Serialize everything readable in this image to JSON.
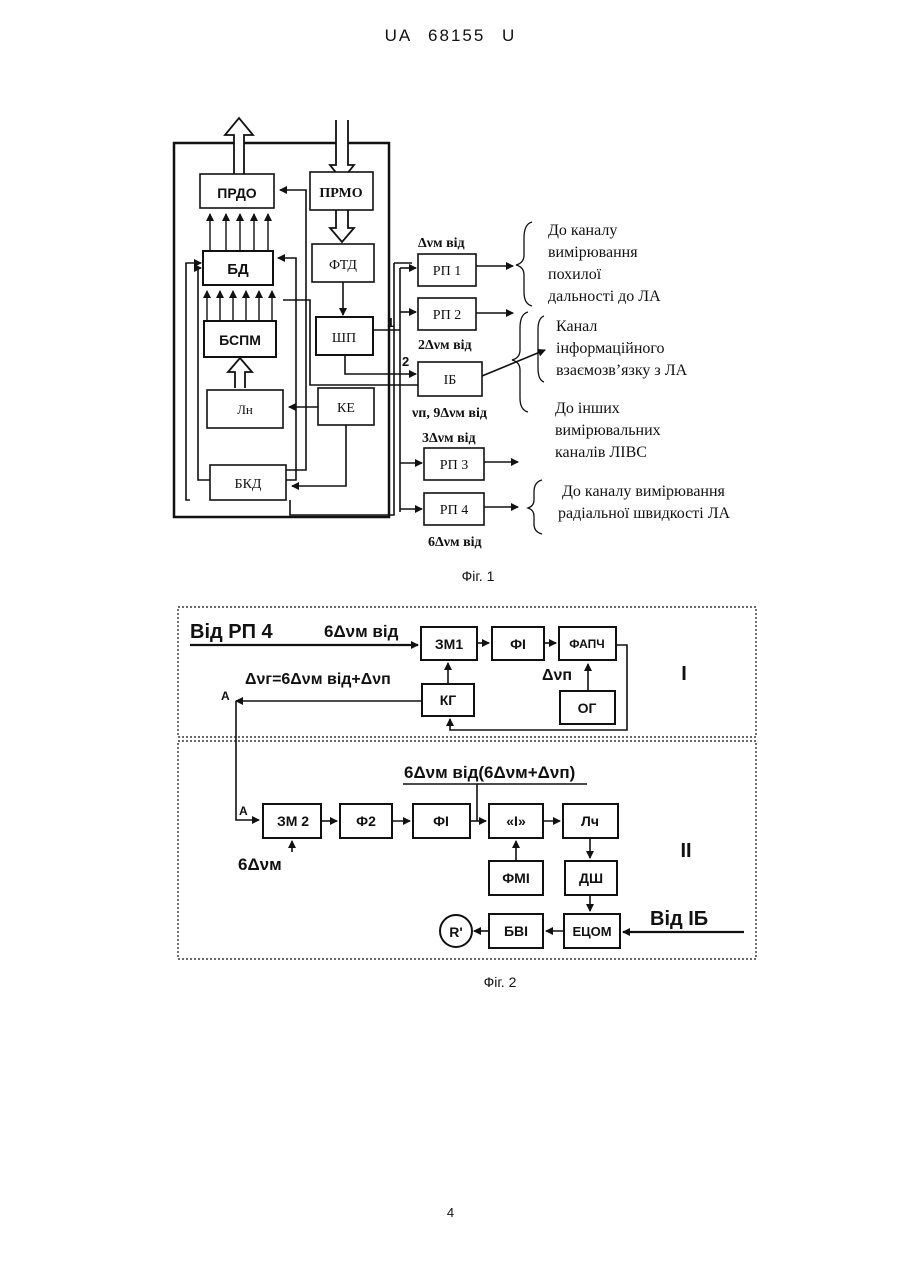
{
  "header": {
    "patent": "UA   68155   U"
  },
  "page_number": "4",
  "fig1": {
    "caption": "Фіг. 1",
    "blocks": {
      "prdo": "ПРДО",
      "prmo": "ПРМО",
      "bd": "БД",
      "ftd": "ФТД",
      "bspm": "БСПМ",
      "shp": "ШП",
      "ln": "Лн",
      "ke": "КЕ",
      "bkd": "БКД",
      "rp1": "РП 1",
      "rp2": "РП 2",
      "ib": "ІБ",
      "rp3": "РП 3",
      "rp4": "РП 4"
    },
    "labels": {
      "rp1_freq": "Δνм від",
      "rp2_freq": "2Δνм від",
      "ib_freq": "νп, 9Δνм від",
      "rp3_freq": "3Δνм від",
      "rp4_freq": "6Δνм від",
      "out1": "1",
      "out2": "2"
    },
    "notes": {
      "n1": [
        "До каналу",
        "вимірювання",
        "похилої",
        "дальності до ЛА"
      ],
      "n2": [
        "Канал",
        "інформаційного",
        "взаємозв’язку з ЛА"
      ],
      "n3": [
        "До інших",
        "вимірювальних",
        "каналів ЛІВС"
      ],
      "n4": [
        "До каналу вимірювання",
        "радіальної швидкості ЛА"
      ]
    }
  },
  "fig2": {
    "caption": "Фіг. 2",
    "section_I": "I",
    "section_II": "II",
    "blocks": {
      "zm1": "ЗМ1",
      "fi1": "ФІ",
      "fapch": "ФАПЧ",
      "kg": "КГ",
      "og": "ОГ",
      "zm2": "ЗМ 2",
      "f2": "Ф2",
      "fi2": "ФІ",
      "i": "«І»",
      "lch": "Лч",
      "fmi": "ФМІ",
      "dsh": "ДШ",
      "bvi": "БВІ",
      "etsom": "ЕЦОМ",
      "r_out": "R'"
    },
    "labels": {
      "from_rp4": "Від РП 4",
      "in_freq": "6Δνм від",
      "dnu_p": "Δνп",
      "kg_out": "Δνг=6Δνм від+Δνп",
      "a1": "A",
      "a2": "A",
      "product": "6Δνм від(6Δνм+Δνп)",
      "zm2_in": "6Δνм",
      "from_ib": "Від ІБ"
    }
  }
}
